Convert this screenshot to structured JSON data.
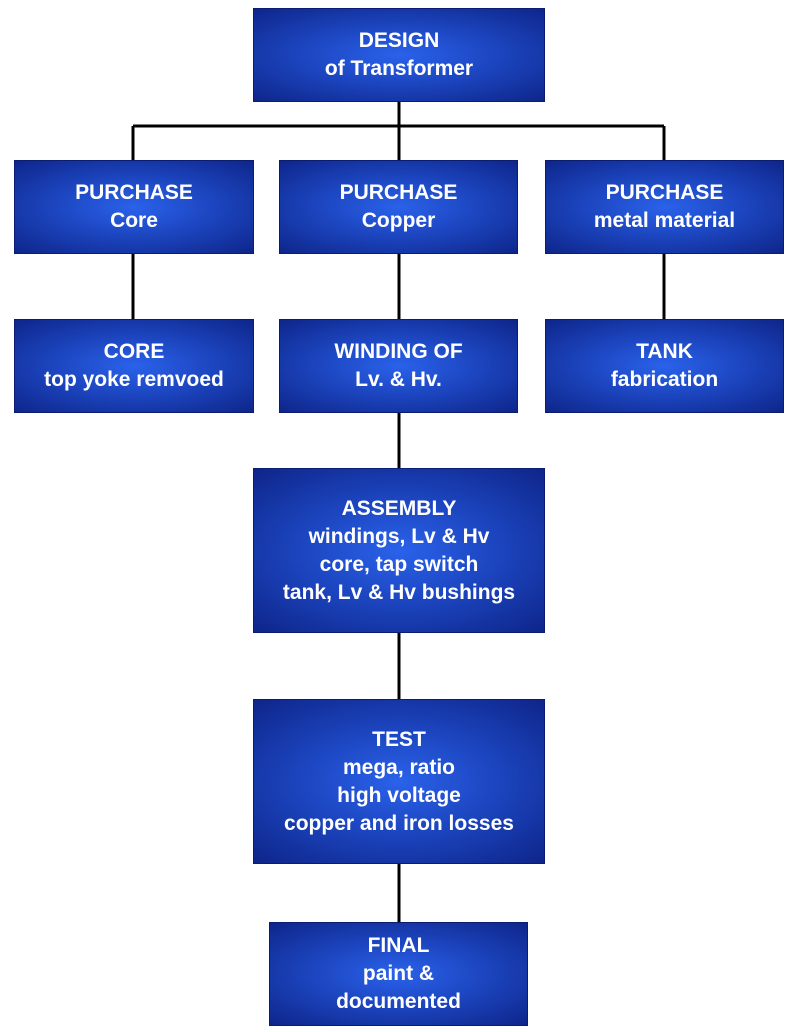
{
  "nodes": {
    "design": [
      "DESIGN",
      "of Transformer"
    ],
    "purchase_core": [
      "PURCHASE",
      "Core"
    ],
    "purchase_copper": [
      "PURCHASE",
      "Copper"
    ],
    "purchase_metal": [
      "PURCHASE",
      "metal material"
    ],
    "core": [
      "CORE",
      "top yoke remvoed"
    ],
    "winding": [
      "WINDING OF",
      "Lv. & Hv."
    ],
    "tank": [
      "TANK",
      "fabrication"
    ],
    "assembly": [
      "ASSEMBLY",
      "windings, Lv & Hv",
      "core, tap switch",
      "tank, Lv & Hv bushings"
    ],
    "test": [
      "TEST",
      "mega, ratio",
      "high voltage",
      "copper and iron losses"
    ],
    "final": [
      "FINAL",
      "paint &",
      "documented"
    ]
  },
  "colors": {
    "box_center": "#2a62ea",
    "box_edge": "#0d2386",
    "text": "#ffffff",
    "connector": "#000000"
  }
}
